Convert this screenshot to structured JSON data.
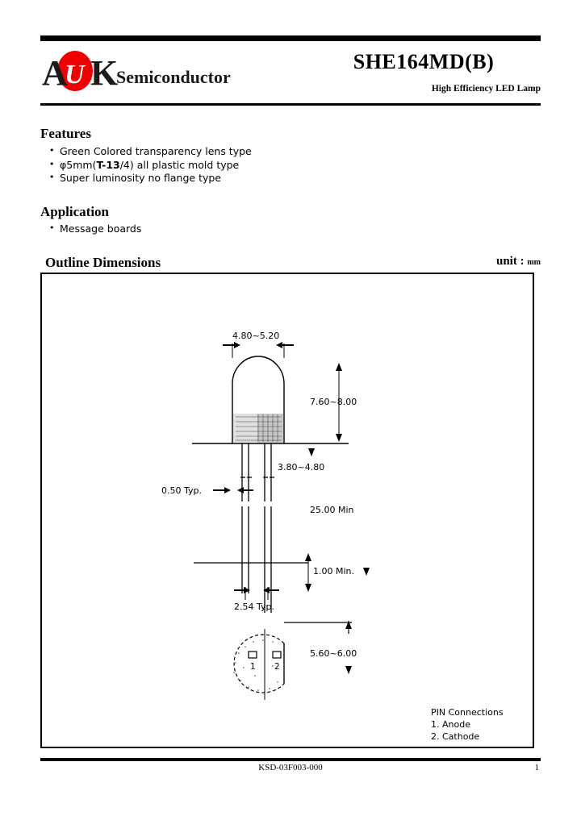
{
  "document": {
    "part_number": "SHE164MD(B)",
    "subtitle": "High Efficiency LED Lamp",
    "brand_main": "AUK",
    "brand_a": "A",
    "brand_u": "U",
    "brand_k": "K",
    "brand_word": "Semiconductor",
    "brand_accent_color": "#ee0000"
  },
  "features": {
    "heading": "Features",
    "items": [
      {
        "text": "Green Colored transparency lens type"
      },
      {
        "pre": "φ5mm(",
        "strong": "T-13",
        "post": "/4) all plastic mold type"
      },
      {
        "text": "Super luminosity no flange type"
      }
    ]
  },
  "application": {
    "heading": "Application",
    "items": [
      {
        "text": "Message boards"
      }
    ]
  },
  "outline": {
    "heading": "Outline Dimensions",
    "unit_label": "unit :",
    "unit_value": "mm"
  },
  "drawing": {
    "dim_lens_diameter": "4.80~5.20",
    "dim_body_height": "7.60~8.00",
    "dim_body_width": "3.80~4.80",
    "dim_lead_pitch_typ": "0.50 Typ.",
    "dim_lead_length_min": "25.00 Min",
    "dim_lead_stand_min": "1.00 Min.",
    "dim_lead_spacing_typ": "2.54 Typ.",
    "dim_bottom_flat": "5.60~6.00",
    "pin_heading": "PIN Connections",
    "pin_1": "1. Anode",
    "pin_2": "2. Cathode",
    "pin_1_label": "1",
    "pin_2_label": "2"
  },
  "footer": {
    "doc_code": "KSD-03F003-000",
    "page_number": "1"
  }
}
